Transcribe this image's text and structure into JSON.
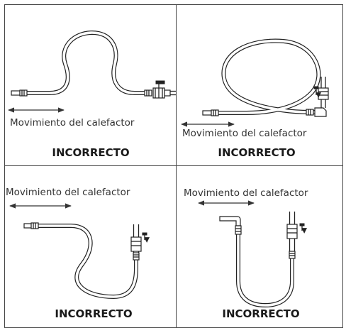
{
  "figure": {
    "border_color": "#444444",
    "panels": [
      {
        "caption": "Movimiento del calefactor",
        "verdict": "INCORRECTO"
      },
      {
        "caption": "Movimiento del calefactor",
        "verdict": "INCORRECTO"
      },
      {
        "caption": "Movimiento del calefactor",
        "verdict": "INCORRECTO"
      },
      {
        "caption": "Movimiento del calefactor",
        "verdict": "INCORRECTO"
      }
    ]
  }
}
